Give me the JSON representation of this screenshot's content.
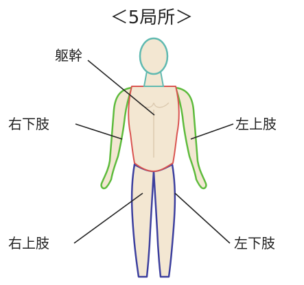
{
  "title": "＜5局所＞",
  "labels": {
    "torso": "躯幹",
    "right_lower_limb": "右下肢",
    "left_upper_limb": "左上肢",
    "right_upper_limb": "右上肢",
    "left_lower_limb": "左下肢"
  },
  "colors": {
    "skin": "#f3e7d2",
    "skin_shadow": "#dccab0",
    "head_outline": "#5fb9b0",
    "arm_outline": "#5dbb3c",
    "torso_outline": "#d9534f",
    "leg_outline": "#3c3f9e",
    "leader_line": "#222222"
  }
}
